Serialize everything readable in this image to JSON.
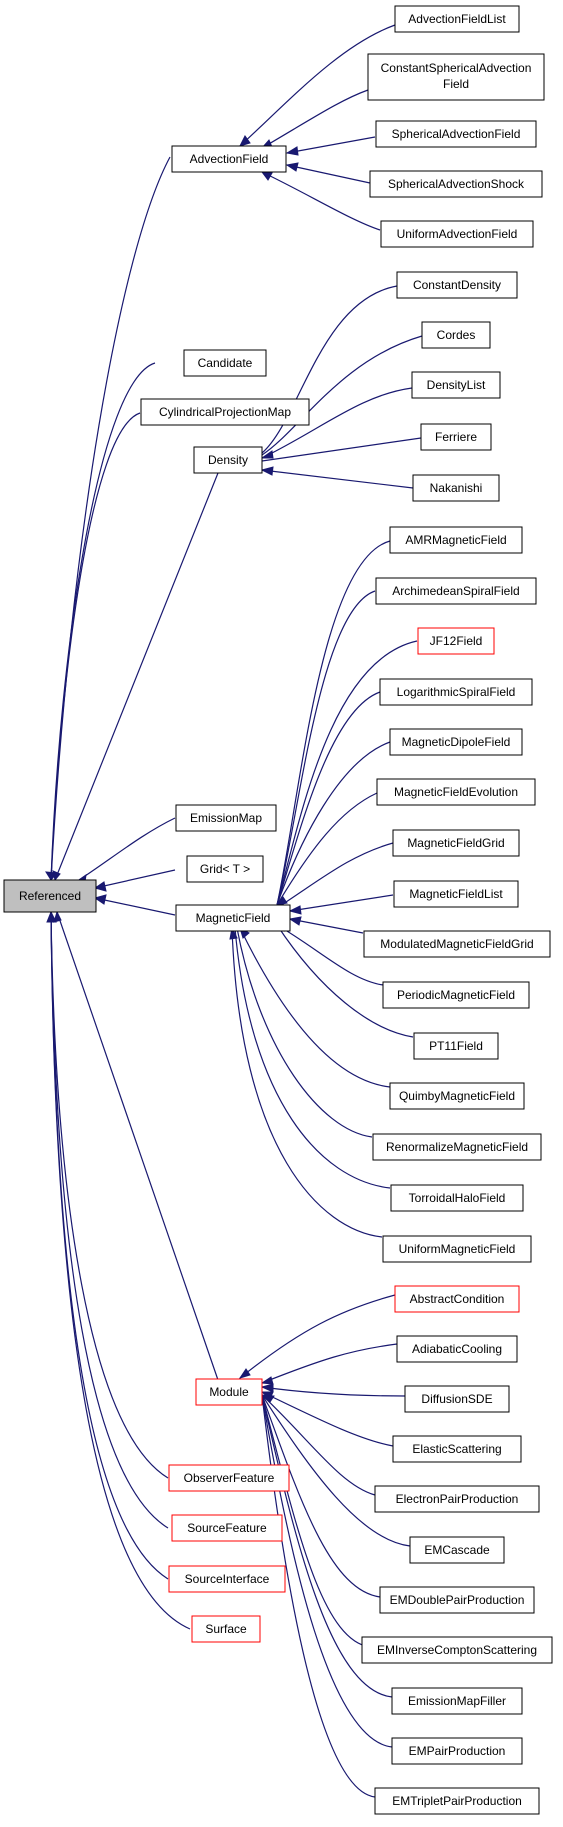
{
  "diagram": {
    "colors": {
      "edge": "#191970",
      "node_border": "#000000",
      "link_border": "#ff0000",
      "root_fill": "#bfbfbf"
    },
    "root": "Referenced",
    "nodes": {
      "Referenced": "Referenced",
      "AdvectionField": "AdvectionField",
      "AdvectionFieldList": "AdvectionFieldList",
      "ConstantSphericalAdvectionField_1": "ConstantSphericalAdvection",
      "ConstantSphericalAdvectionField_2": "Field",
      "SphericalAdvectionField": "SphericalAdvectionField",
      "SphericalAdvectionShock": "SphericalAdvectionShock",
      "UniformAdvectionField": "UniformAdvectionField",
      "Candidate": "Candidate",
      "CylindricalProjectionMap": "CylindricalProjectionMap",
      "Density": "Density",
      "ConstantDensity": "ConstantDensity",
      "Cordes": "Cordes",
      "DensityList": "DensityList",
      "Ferriere": "Ferriere",
      "Nakanishi": "Nakanishi",
      "EmissionMap": "EmissionMap",
      "Grid": "Grid< T >",
      "MagneticField": "MagneticField",
      "AMRMagneticField": "AMRMagneticField",
      "ArchimedeanSpiralField": "ArchimedeanSpiralField",
      "JF12Field": "JF12Field",
      "LogarithmicSpiralField": "LogarithmicSpiralField",
      "MagneticDipoleField": "MagneticDipoleField",
      "MagneticFieldEvolution": "MagneticFieldEvolution",
      "MagneticFieldGrid": "MagneticFieldGrid",
      "MagneticFieldList": "MagneticFieldList",
      "ModulatedMagneticFieldGrid": "ModulatedMagneticFieldGrid",
      "PeriodicMagneticField": "PeriodicMagneticField",
      "PT11Field": "PT11Field",
      "QuimbyMagneticField": "QuimbyMagneticField",
      "RenormalizeMagneticField": "RenormalizeMagneticField",
      "TorroidalHaloField": "TorroidalHaloField",
      "UniformMagneticField": "UniformMagneticField",
      "Module": "Module",
      "AbstractCondition": "AbstractCondition",
      "AdiabaticCooling": "AdiabaticCooling",
      "DiffusionSDE": "DiffusionSDE",
      "ElasticScattering": "ElasticScattering",
      "ElectronPairProduction": "ElectronPairProduction",
      "EMCascade": "EMCascade",
      "EMDoublePairProduction": "EMDoublePairProduction",
      "EMInverseComptonScattering": "EMInverseComptonScattering",
      "EmissionMapFiller": "EmissionMapFiller",
      "EMPairProduction": "EMPairProduction",
      "EMTripletPairProduction": "EMTripletPairProduction",
      "ObserverFeature": "ObserverFeature",
      "SourceFeature": "SourceFeature",
      "SourceInterface": "SourceInterface",
      "Surface": "Surface"
    }
  }
}
